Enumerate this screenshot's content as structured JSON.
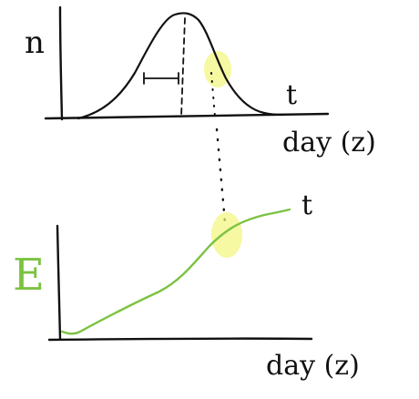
{
  "top_panel": {
    "y_label": "n",
    "curve_label": "t",
    "x_label": "day (z)"
  },
  "bottom_panel": {
    "y_label": "E",
    "curve_label": "t",
    "x_label": "day (z)"
  },
  "colors": {
    "ink": "#111111",
    "curve_green": "#7cc242",
    "highlight_yellow": "#f2f57a",
    "label_green": "#7cc242"
  }
}
